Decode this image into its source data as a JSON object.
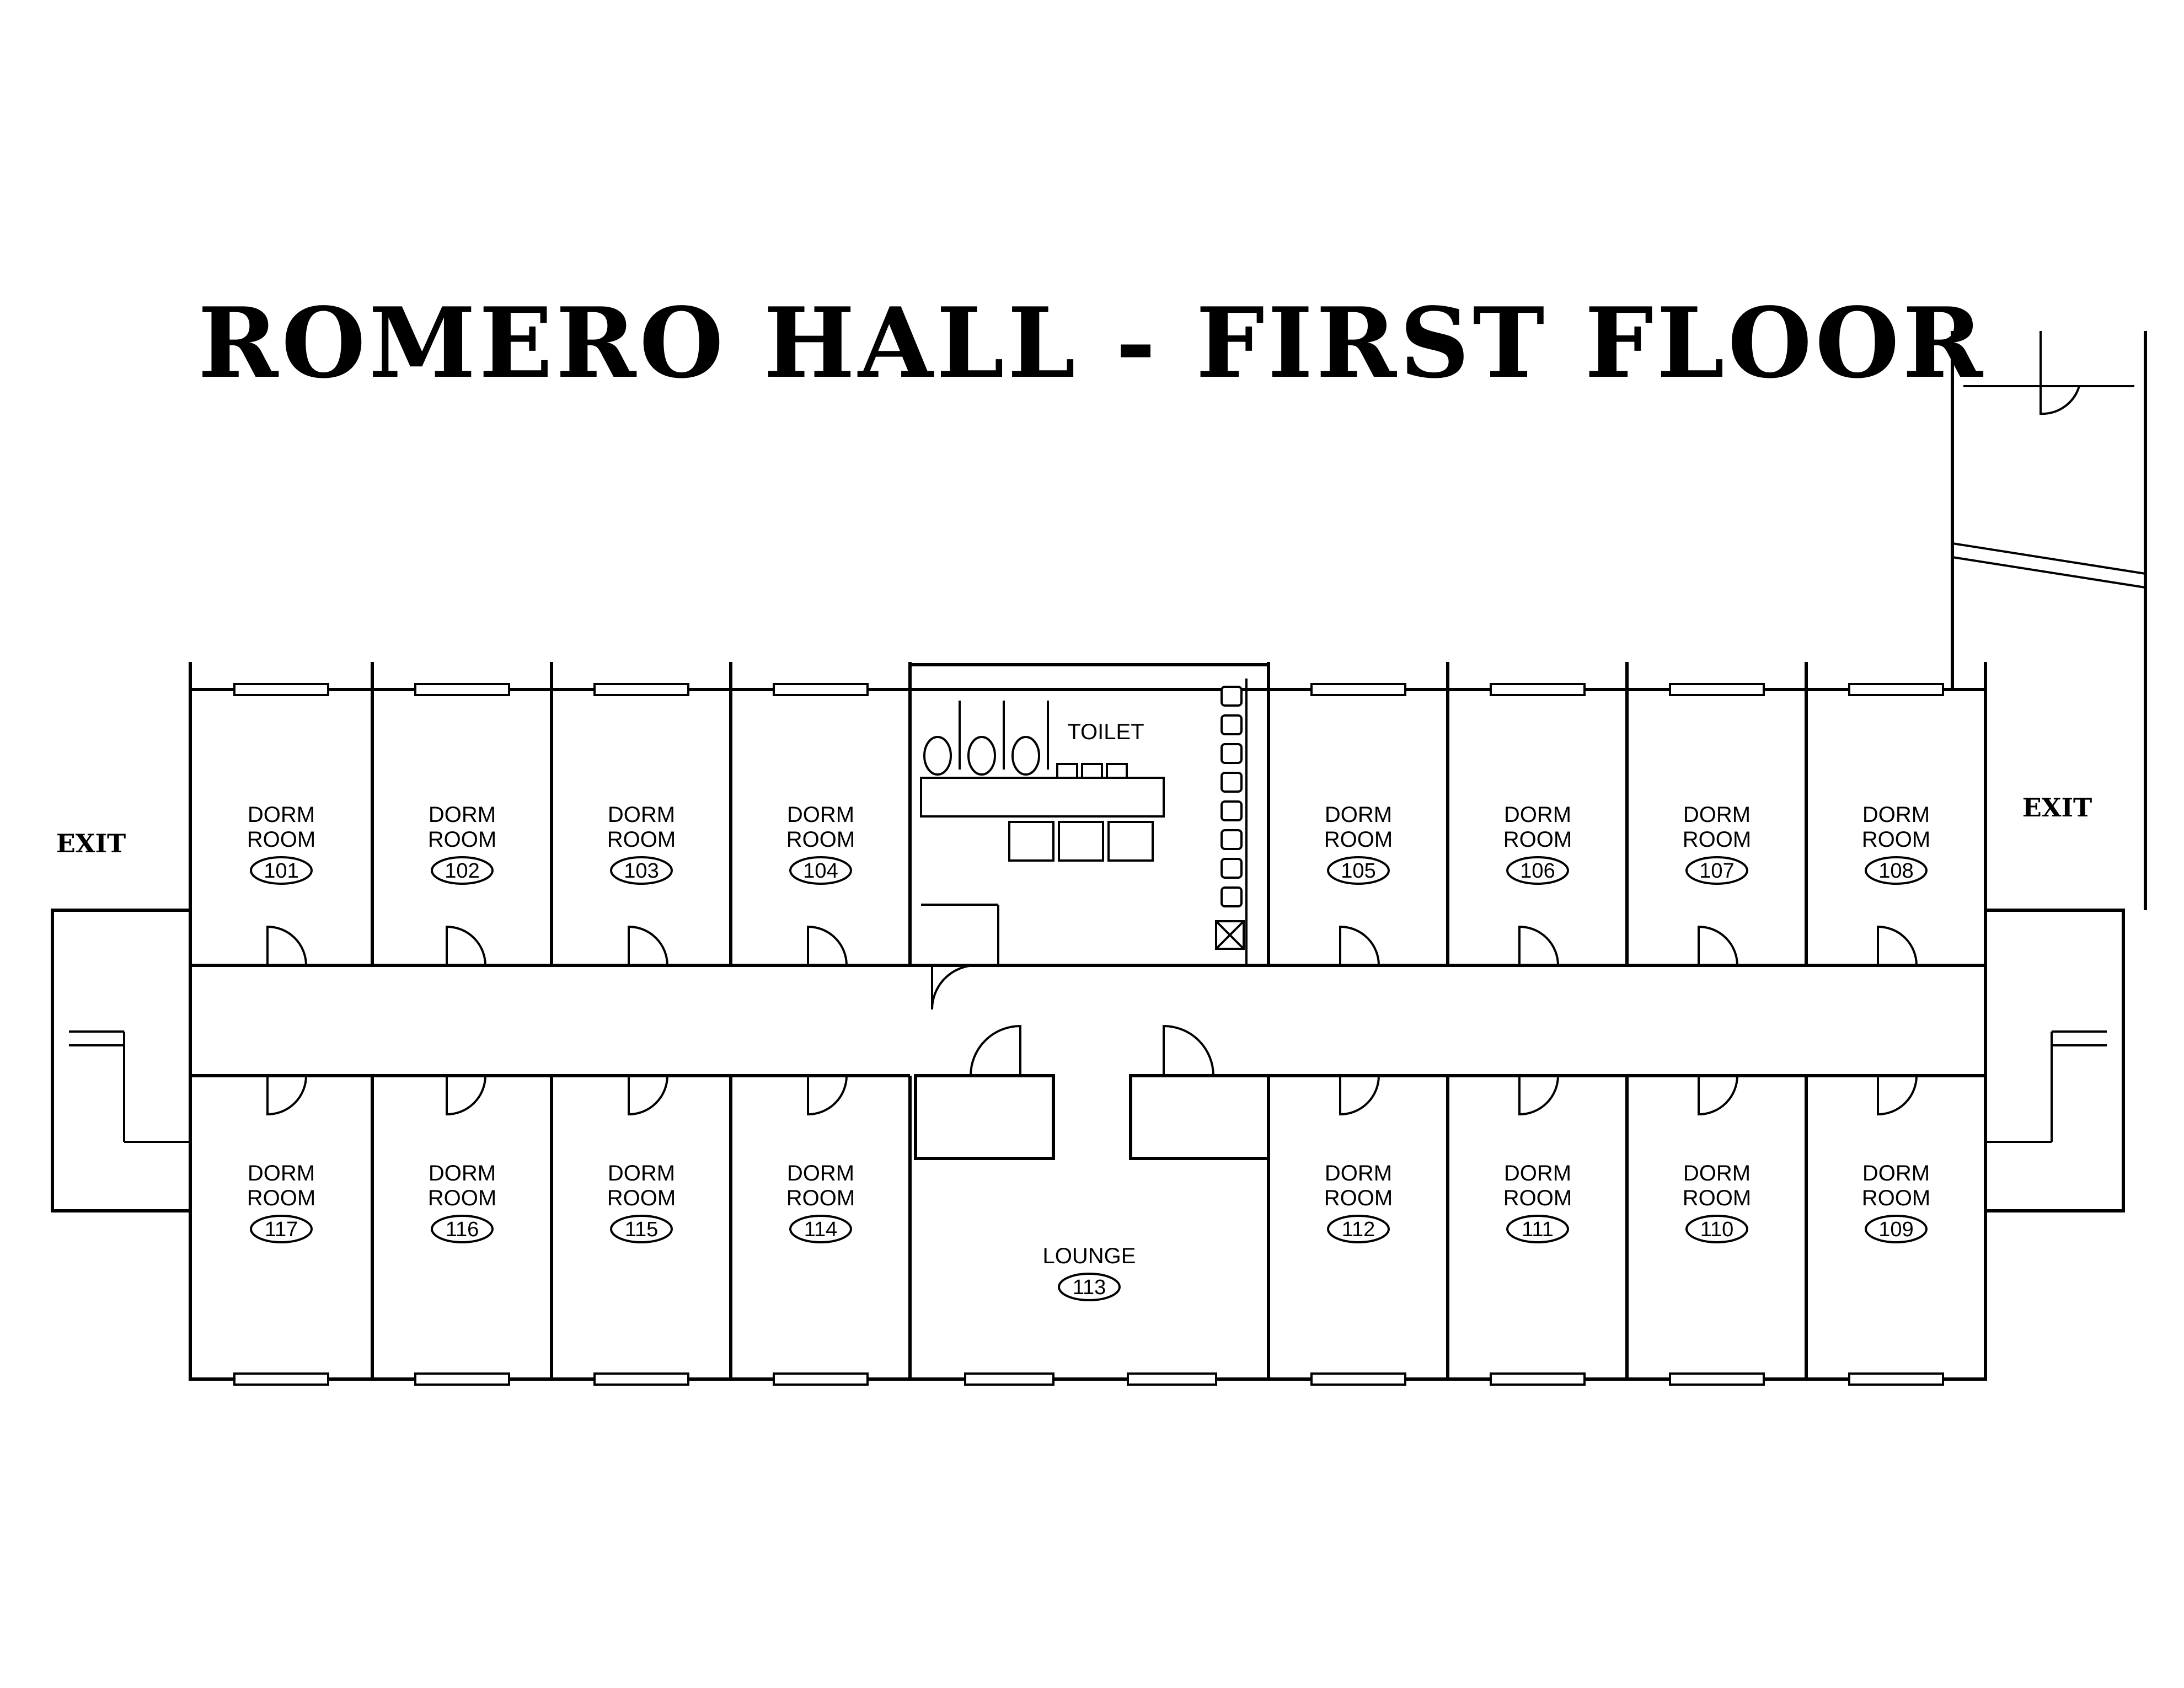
{
  "title": "ROMERO HALL - FIRST FLOOR",
  "exits": [
    "EXIT",
    "EXIT"
  ],
  "toilet": {
    "label": "TOILET"
  },
  "lounge": {
    "label": "LOUNGE",
    "number": "113"
  },
  "dorm_label": [
    "DORM",
    "ROOM"
  ],
  "north_rooms": [
    "101",
    "102",
    "103",
    "104",
    "105",
    "106",
    "107",
    "108"
  ],
  "south_rooms": [
    "117",
    "116",
    "115",
    "114",
    "112",
    "111",
    "110",
    "109"
  ]
}
